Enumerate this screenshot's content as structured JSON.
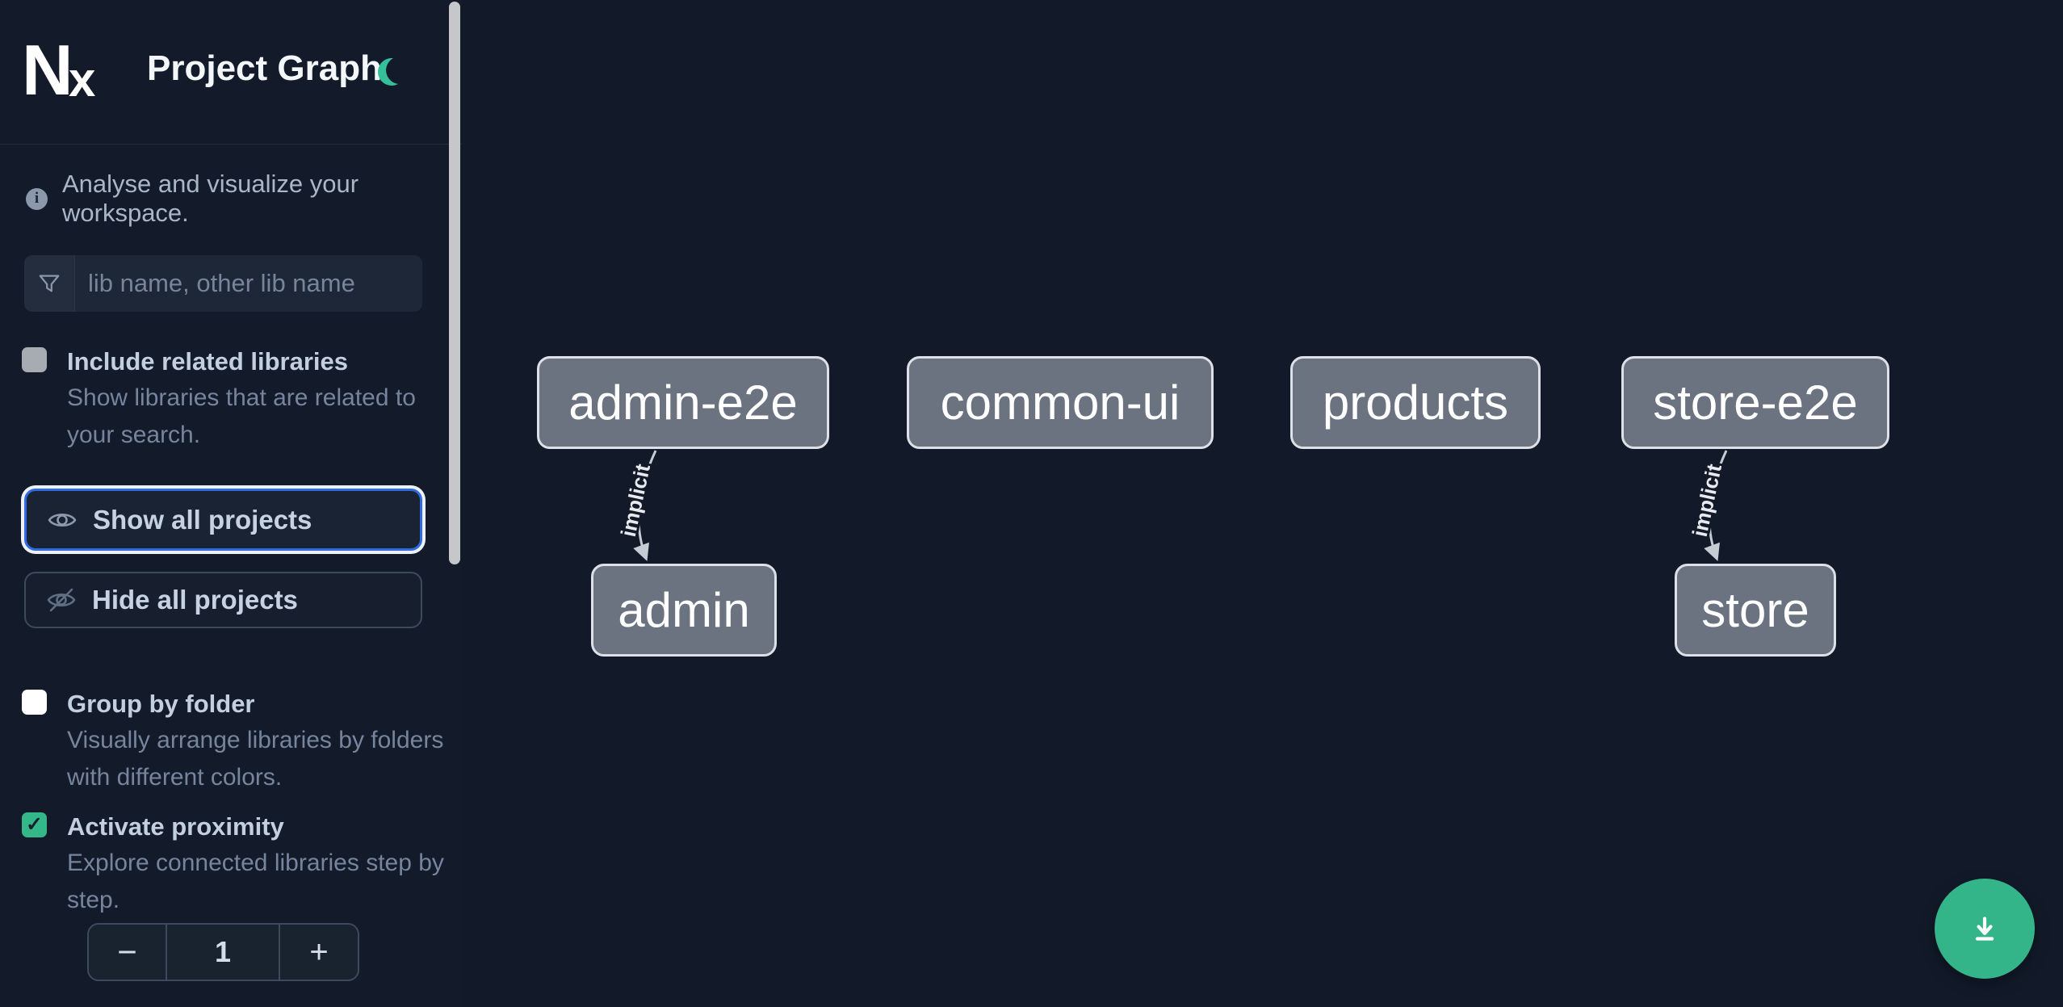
{
  "header": {
    "logo_text": "Nx",
    "title": "Project Graph",
    "theme_icon": "moon-icon"
  },
  "intro": {
    "icon_glyph": "i",
    "text": "Analyse and visualize your workspace."
  },
  "search": {
    "icon": "filter-funnel-icon",
    "placeholder": "lib name, other lib name",
    "value": ""
  },
  "toggles": [
    {
      "label": "Include related libraries",
      "description": "Show libraries that are related to your search.",
      "checked": false
    },
    {
      "label": "Group by folder",
      "description": "Visually arrange libraries by folders with different colors.",
      "checked": false
    },
    {
      "label": "Activate proximity",
      "description": "Explore connected libraries step by step.",
      "checked": true,
      "check_glyph": "✓"
    }
  ],
  "actions": {
    "show_all": "Show all projects",
    "hide_all": "Hide all projects"
  },
  "stepper": {
    "decrement": "−",
    "value": "1",
    "increment": "+"
  },
  "graph": {
    "nodes": [
      {
        "id": "admin-e2e",
        "label": "admin-e2e"
      },
      {
        "id": "common-ui",
        "label": "common-ui"
      },
      {
        "id": "products",
        "label": "products"
      },
      {
        "id": "store-e2e",
        "label": "store-e2e"
      },
      {
        "id": "admin",
        "label": "admin"
      },
      {
        "id": "store",
        "label": "store"
      }
    ],
    "edges": [
      {
        "source": "admin-e2e",
        "target": "admin",
        "label": "implicit"
      },
      {
        "source": "store-e2e",
        "target": "store",
        "label": "implicit"
      }
    ]
  },
  "fab": {
    "icon": "download-icon"
  },
  "colors": {
    "accent_green": "#34b889",
    "fab_green": "#34b589",
    "moon_green": "#36c09a",
    "focus_blue": "#2f6ce3",
    "node_fill": "#6b7280",
    "node_border": "#dde1e7",
    "edge": "#c6ccd4",
    "background": "#121a29"
  }
}
